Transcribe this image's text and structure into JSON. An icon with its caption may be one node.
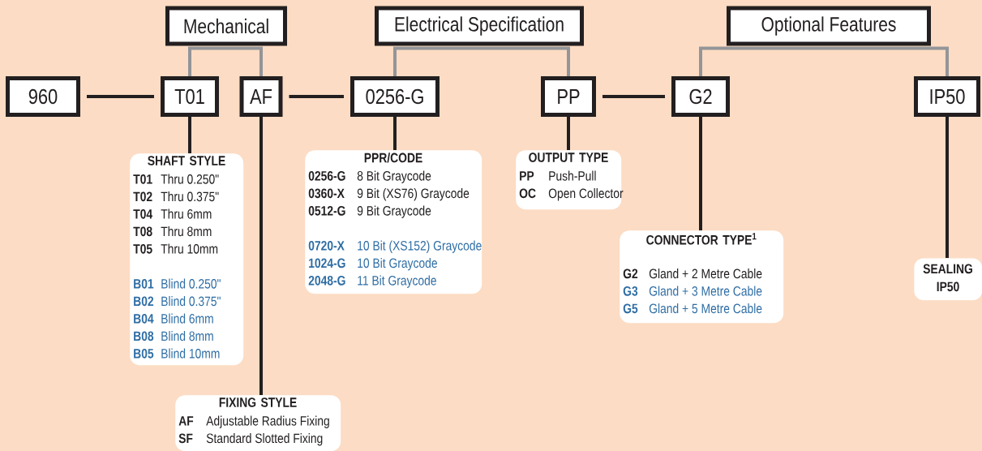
{
  "diagram": {
    "nodes": [
      {
        "text": [
          "Mechanical"
        ]
      },
      {
        "text": [
          "Electrical Specification"
        ]
      },
      {
        "text": [
          "Optional Features"
        ]
      },
      {
        "text": [
          "960"
        ]
      },
      {
        "text": [
          "T01"
        ]
      },
      {
        "text": [
          "AF"
        ]
      },
      {
        "text": [
          "0256-G"
        ]
      },
      {
        "text": [
          "PP"
        ]
      },
      {
        "text": [
          "G2"
        ]
      },
      {
        "text": [
          "IP50"
        ]
      },
      {
        "text": [
          "SHAFT STYLE",
          "T01",
          "Thru 0.250\"",
          "T02",
          "Thru 0.375\"",
          "T04",
          "Thru 6mm",
          "T08",
          "Thru 8mm",
          "T05",
          "Thru 10mm",
          "B01",
          "Blind 0.250\"",
          "B02",
          "Blind 0.375\"",
          "B04",
          "Blind 6mm",
          "B08",
          "Blind 8mm",
          "B05",
          "Blind 10mm"
        ]
      },
      {
        "text": [
          "FIXING STYLE",
          "AF",
          "Adjustable Radius Fixing",
          "SF",
          "Standard Slotted Fixing"
        ]
      },
      {
        "text": [
          "PPR/CODE",
          "0256-G",
          "8 Bit Graycode",
          "0360-X",
          "9 Bit (XS76) Graycode",
          "0512-G",
          "9 Bit Graycode",
          "0720-X",
          "10 Bit (XS152) Graycode",
          "1024-G",
          "10 Bit Graycode",
          "2048-G",
          "11 Bit Graycode"
        ]
      },
      {
        "text": [
          "OUTPUT TYPE",
          "PP",
          "Push-Pull",
          "OC",
          "Open Collector"
        ]
      },
      {
        "text": [
          "CONNECTOR TYPE$^{1}$",
          "G2",
          "Gland + 2 Metre Cable",
          "G3",
          "Gland + 3 Metre Cable",
          "G5",
          "Gland + 5 Metre Cable"
        ]
      },
      {
        "text": [
          "SEALING",
          "IP50"
        ]
      }
    ],
    "edges": [
      {
        "from": 0,
        "to": 4,
        "arrow": "none",
        "color": "#939598"
      },
      {
        "from": 0,
        "to": 5,
        "arrow": "none",
        "color": "#939598"
      },
      {
        "from": 1,
        "to": 6,
        "arrow": "none",
        "color": "#939598"
      },
      {
        "from": 1,
        "to": 7,
        "arrow": "none",
        "color": "#939598"
      },
      {
        "from": 2,
        "to": 8,
        "arrow": "none",
        "color": "#939598"
      },
      {
        "from": 2,
        "to": 9,
        "arrow": "none",
        "color": "#939598"
      },
      {
        "from": 3,
        "to": 4,
        "arrow": "none"
      },
      {
        "from": 5,
        "to": 6,
        "arrow": "none"
      },
      {
        "from": 7,
        "to": 8,
        "arrow": "none"
      },
      {
        "from": 4,
        "to": 10,
        "arrow": "none"
      },
      {
        "from": 5,
        "to": 11,
        "arrow": "none"
      },
      {
        "from": 6,
        "to": 12,
        "arrow": "none"
      },
      {
        "from": 7,
        "to": 13,
        "arrow": "none"
      },
      {
        "from": 8,
        "to": 14,
        "arrow": "none"
      },
      {
        "from": 9,
        "to": 15,
        "arrow": "none"
      }
    ]
  }
}
